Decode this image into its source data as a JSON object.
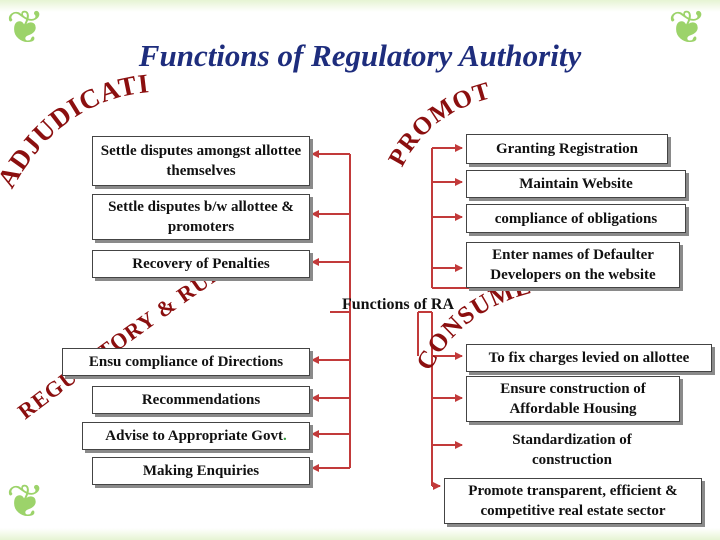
{
  "title": "Functions of Regulatory Authority",
  "center_label": "Functions of RA",
  "arc_labels": {
    "adjudication": "ADJUDICATION",
    "promoter": "PROMOTER",
    "consumers": "CONSUMERS",
    "regulatory_rule_making": "REGULATORY & RULE MAKING"
  },
  "left_boxes": [
    {
      "text": "Settle disputes amongst allottee themselves"
    },
    {
      "text": "Settle disputes b/w allottee & promoters"
    },
    {
      "text": "Recovery of Penalties"
    },
    {
      "text": "Ensu compliance of Directions"
    },
    {
      "text": "Recommendations"
    },
    {
      "text": "Advise to Appropriate Govt",
      "suffix": "."
    },
    {
      "text": "Making Enquiries"
    }
  ],
  "right_boxes": [
    {
      "text": "Granting Registration"
    },
    {
      "text": "Maintain Website"
    },
    {
      "text": "compliance of obligations"
    },
    {
      "text": "Enter names of Defaulter Developers on the website"
    },
    {
      "text": "To fix charges levied on allottee"
    },
    {
      "text": "Ensure construction of Affordable Housing"
    },
    {
      "text": "Standardization of construction"
    },
    {
      "text": "Promote transparent, efficient & competitive real estate sector"
    }
  ],
  "colors": {
    "title": "#1e2d7d",
    "arc_text": "#8b0f0f",
    "arrows": "#c23a3a",
    "decoration": "#9cd36a"
  },
  "icons": [
    "flourish-icon"
  ]
}
